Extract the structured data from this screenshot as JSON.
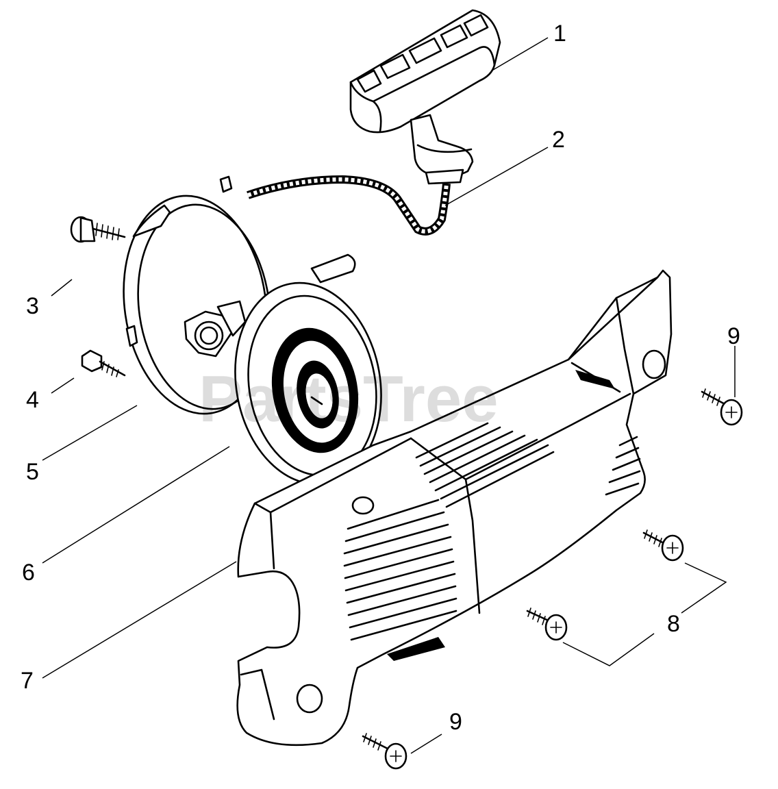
{
  "watermark": "PartsTree",
  "callouts": [
    {
      "label": "1"
    },
    {
      "label": "2"
    },
    {
      "label": "3"
    },
    {
      "label": "4"
    },
    {
      "label": "5"
    },
    {
      "label": "6"
    },
    {
      "label": "7"
    },
    {
      "label": "8"
    },
    {
      "label": "9"
    },
    {
      "label": "9"
    }
  ]
}
